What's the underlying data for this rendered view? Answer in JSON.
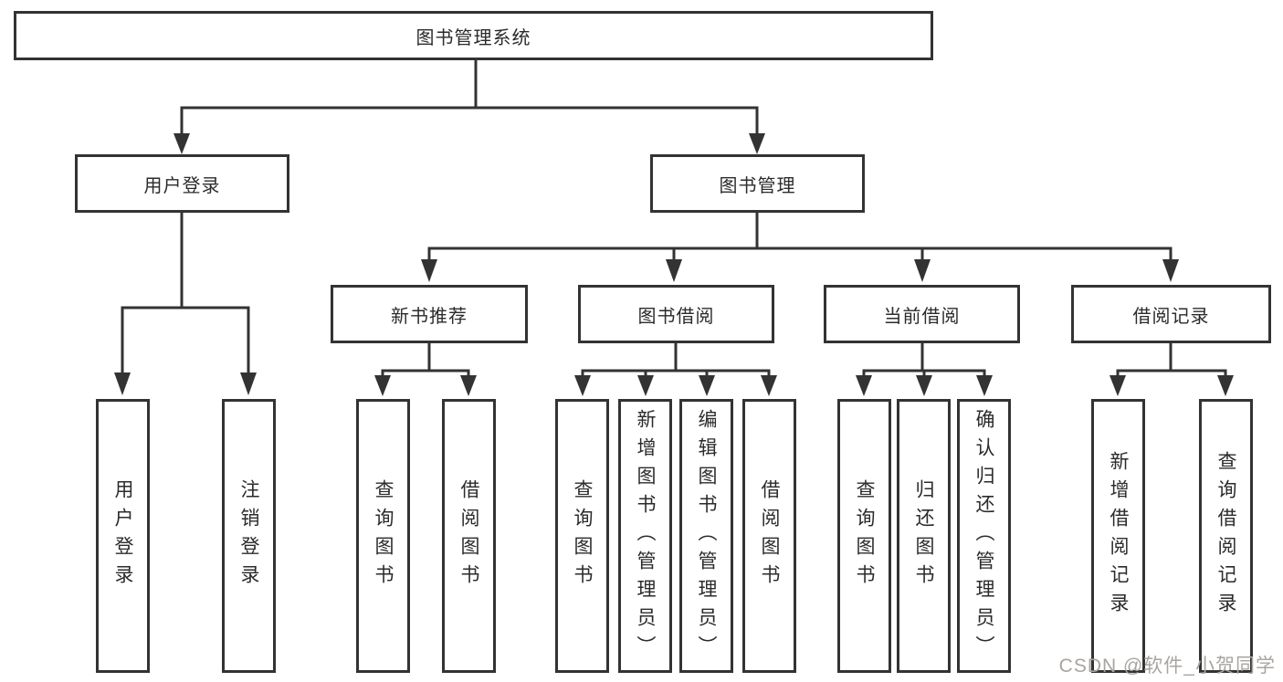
{
  "page": {
    "background": "#ffffff",
    "line_color": "#333333",
    "text_color": "#2b2b2b"
  },
  "nodes": {
    "root": "图书管理系统",
    "l2": [
      "用户登录",
      "图书管理"
    ],
    "l3": [
      "新书推荐",
      "图书借阅",
      "当前借阅",
      "借阅记录"
    ],
    "leaf": [
      "用户登录",
      "注销登录",
      "查询图书",
      "借阅图书",
      "查询图书",
      "新增图书（管理员）",
      "编辑图书（管理员）",
      "借阅图书",
      "查询图书",
      "归还图书",
      "确认归还（管理员）",
      "新增借阅记录",
      "查询借阅记录"
    ]
  },
  "hierarchy": {
    "图书管理系统": [
      "用户登录",
      "图书管理"
    ],
    "用户登录": [
      "用户登录",
      "注销登录"
    ],
    "图书管理": [
      "新书推荐",
      "图书借阅",
      "当前借阅",
      "借阅记录"
    ],
    "新书推荐": [
      "查询图书",
      "借阅图书"
    ],
    "图书借阅": [
      "查询图书",
      "新增图书（管理员）",
      "编辑图书（管理员）",
      "借阅图书"
    ],
    "当前借阅": [
      "查询图书",
      "归还图书",
      "确认归还（管理员）"
    ],
    "借阅记录": [
      "新增借阅记录",
      "查询借阅记录"
    ]
  },
  "watermark": {
    "text": "CSDN @软件_小贺同学",
    "color": "#a8a4a1"
  }
}
